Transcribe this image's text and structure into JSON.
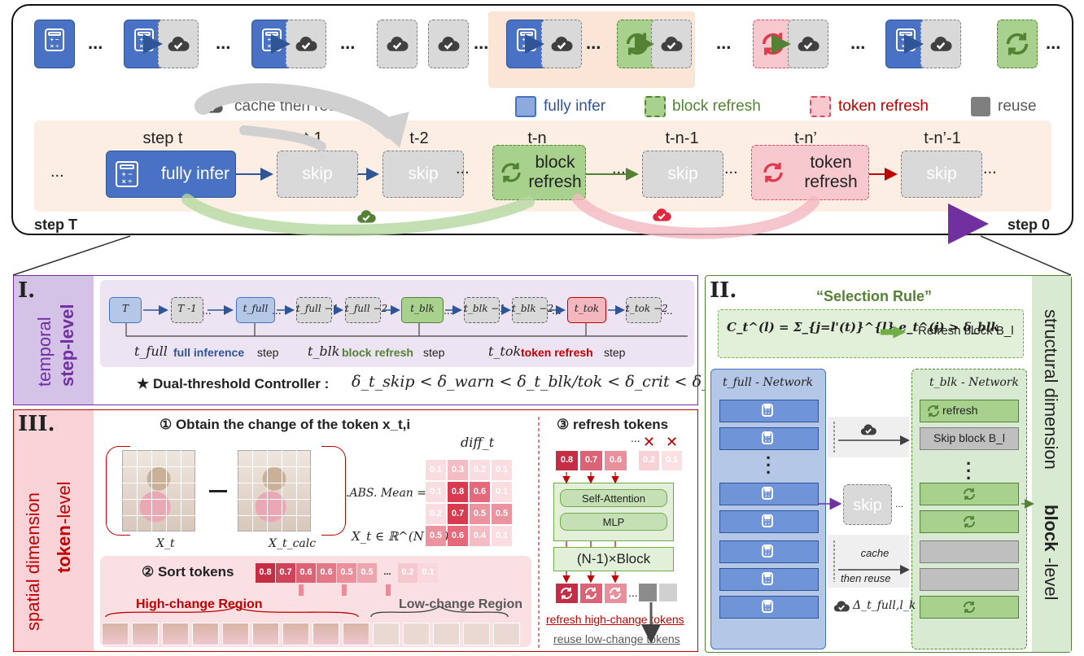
{
  "top": {
    "legend_cache": "cache then reuse",
    "legend_fully": "fully infer",
    "legend_block": "block refresh",
    "legend_token": "token refresh",
    "legend_reuse": "reuse",
    "ellipsis": "...",
    "steps": [
      {
        "label": "step t",
        "box": "fully infer"
      },
      {
        "label": "t-1",
        "box": "skip"
      },
      {
        "label": "t-2",
        "box": "skip"
      },
      {
        "label": "t-n",
        "box": "block refresh"
      },
      {
        "label": "t-n-1",
        "box": "skip"
      },
      {
        "label": "t-n’",
        "box": "token refresh"
      },
      {
        "label": "t-n’-1",
        "box": "skip"
      }
    ],
    "step_T": "step T",
    "step_0": "step 0"
  },
  "panel1": {
    "roman": "I.",
    "side_1": "temporal",
    "side_2": "step-level",
    "nodes": [
      "T",
      "T -1",
      "t_full",
      "t_full −1",
      "t_full −2",
      "t_blk",
      "t_blk −1",
      "t_blk −2",
      "t_tok",
      "t_tok −2"
    ],
    "ann_full_var": "t_full",
    "ann_full_key": "full inference",
    "ann_full_tail": "step",
    "ann_blk_var": "t_blk",
    "ann_blk_key": "block refresh",
    "ann_blk_tail": "step",
    "ann_tok_var": "t_tok",
    "ann_tok_key": "token refresh",
    "ann_tok_tail": "step",
    "controller_label": "★ Dual-threshold Controller :",
    "controller_formula": "δ_t_skip < δ_warn < δ_t_blk/tok < δ_crit < δ_t_full"
  },
  "panel2": {
    "roman": "II.",
    "title": "“Selection Rule”",
    "rule_formula": "C_t^(l) = Σ_{j=l'(t)}^{l} e_t^(j) > δ_blk",
    "rule_result": "Refresh block B_l",
    "net_full": "t_full - Network",
    "net_blk": "t_blk - Network",
    "refresh": "refresh",
    "skip_block": "Skip block B_l",
    "skip": "skip",
    "cache_1": "cache",
    "cache_2": "then reuse",
    "delta": "Δ_t_full,l_k",
    "side_1": "structural dimension",
    "side_2": "block",
    "side_3": "-level"
  },
  "panel3": {
    "roman": "III.",
    "side_1": "spatial dimension",
    "side_2": "token",
    "side_3": "-level",
    "step1": "① Obtain the change of the token x_t,i",
    "diff_label": "diff_t",
    "abs_mean": ".ABS. Mean =",
    "xt": "X_t",
    "xtcalc": "X_t_calc",
    "domain": "X_t ∈ ℝ^(N×D)",
    "grid": [
      [
        "0.1",
        "0.3",
        "0.2",
        "0.1"
      ],
      [
        "0.1",
        "0.8",
        "0.6",
        "0.1"
      ],
      [
        "0.2",
        "0.7",
        "0.5",
        "0.5"
      ],
      [
        "0.5",
        "0.6",
        "0.4",
        "0.1"
      ]
    ],
    "step2": "② Sort tokens",
    "sorted": [
      "0.8",
      "0.7",
      "0.6",
      "0.6",
      "0.5",
      "0.5",
      "...",
      "0.2",
      "0.1"
    ],
    "high_region": "High-change Region",
    "low_region": "Low-change Region",
    "step3": "③ refresh tokens",
    "in_tokens": [
      "0.8",
      "0.7",
      "0.6"
    ],
    "dropped_tokens": [
      "0.2",
      "0.1"
    ],
    "self_attn": "Self-Attention",
    "mlp": "MLP",
    "nblock": "(N-1)×Block",
    "refresh_high": "refresh high-change tokens",
    "reuse_low": "reuse low-change tokens"
  },
  "colors": {
    "blue": "#4a72c4",
    "blue_light": "#8ea9db",
    "green": "#70ad47",
    "red": "#e04a5f",
    "gray": "#bfbfbf",
    "peach": "#fbe5d6",
    "purple": "#7030a0",
    "crimson": "#c00000"
  }
}
